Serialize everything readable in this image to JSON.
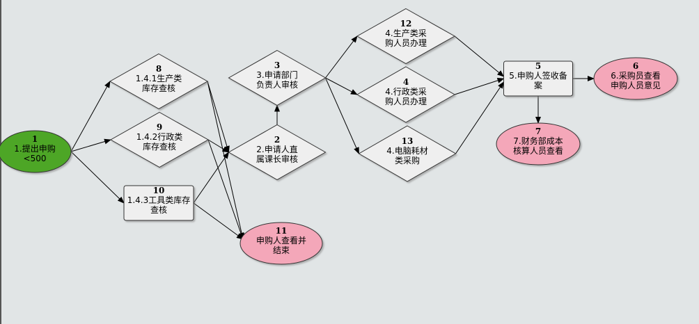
{
  "colors": {
    "start": "#4ea626",
    "end": "#f4a7b9",
    "task": "#efefef",
    "stroke": "#333333",
    "background": "#e1e5e6"
  },
  "nodes": [
    {
      "id": "1",
      "lines": [
        "1.提出申购",
        "<500"
      ],
      "kind": "start"
    },
    {
      "id": "8",
      "lines": [
        "1.4.1生产类",
        "库存查核"
      ],
      "kind": "decision"
    },
    {
      "id": "9",
      "lines": [
        "1.4.2行政类",
        "库存查核"
      ],
      "kind": "decision"
    },
    {
      "id": "10",
      "lines": [
        "1.4.3工具类库存",
        "查核"
      ],
      "kind": "task"
    },
    {
      "id": "2",
      "lines": [
        "2.申请人直",
        "属课长审核"
      ],
      "kind": "decision"
    },
    {
      "id": "3",
      "lines": [
        "3.申请部门",
        "负责人审核"
      ],
      "kind": "decision"
    },
    {
      "id": "11",
      "lines": [
        "申购人查看并",
        "结束"
      ],
      "kind": "end"
    },
    {
      "id": "12",
      "lines": [
        "4.生产类采",
        "购人员办理"
      ],
      "kind": "decision"
    },
    {
      "id": "4",
      "lines": [
        "4.行政类采",
        "购人员办理"
      ],
      "kind": "decision"
    },
    {
      "id": "13",
      "lines": [
        "4.电脑耗材",
        "类采购"
      ],
      "kind": "decision"
    },
    {
      "id": "5",
      "lines": [
        "5.申购人签收备",
        "案"
      ],
      "kind": "task"
    },
    {
      "id": "6",
      "lines": [
        "6.采购员查看",
        "申购人员意见"
      ],
      "kind": "end"
    },
    {
      "id": "7",
      "lines": [
        "7.财务部成本",
        "核算人员查看"
      ],
      "kind": "end"
    }
  ],
  "edges": [
    [
      "1",
      "8"
    ],
    [
      "1",
      "9"
    ],
    [
      "1",
      "10"
    ],
    [
      "8",
      "2"
    ],
    [
      "8",
      "11"
    ],
    [
      "9",
      "2"
    ],
    [
      "9",
      "11"
    ],
    [
      "10",
      "2"
    ],
    [
      "10",
      "11"
    ],
    [
      "2",
      "3"
    ],
    [
      "3",
      "12"
    ],
    [
      "3",
      "4"
    ],
    [
      "3",
      "13"
    ],
    [
      "12",
      "5"
    ],
    [
      "4",
      "5"
    ],
    [
      "13",
      "5"
    ],
    [
      "5",
      "6"
    ],
    [
      "5",
      "7"
    ]
  ]
}
